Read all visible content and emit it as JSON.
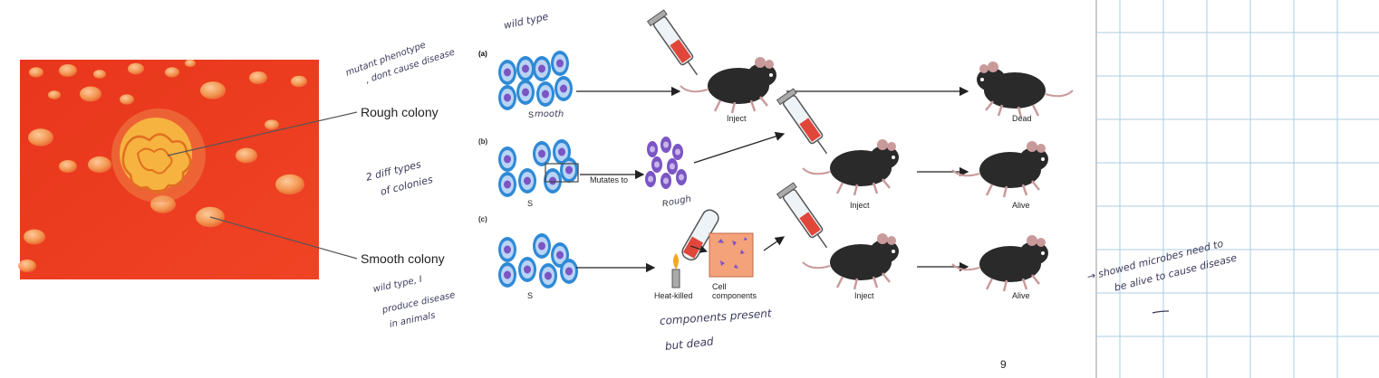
{
  "photo_labels": {
    "rough": "Rough colony",
    "smooth": "Smooth colony"
  },
  "rows": {
    "a": {
      "tag": "(a)",
      "strain_label": "S",
      "inject": "Inject",
      "outcome": "Dead"
    },
    "b": {
      "tag": "(b)",
      "strain_label": "S",
      "mutates": "Mutates to",
      "rough_label": "R",
      "inject": "Inject",
      "outcome": "Alive"
    },
    "c": {
      "tag": "(c)",
      "strain_label": "S",
      "heat_killed": "Heat-killed",
      "cell_components_1": "Cell",
      "cell_components_2": "components",
      "inject": "Inject",
      "outcome": "Alive"
    }
  },
  "handwritten": {
    "wild_type_top": "wild type",
    "mutant_1": "mutant phenotype",
    "mutant_2": ", dont cause disease",
    "smooth_word": "mooth",
    "two_types_1": "2 diff types",
    "two_types_2": "of colonies",
    "rough_word": "ough",
    "wild_type_2": "wild type, I",
    "produce_1": "produce disease",
    "produce_2": "in animals",
    "components_1": "components present",
    "components_2": "but dead",
    "showed_1": "→ showed microbes need to",
    "showed_2": "be alive to cause disease"
  },
  "page_number": "9",
  "colors": {
    "agar": "#e8361c",
    "cell_blue": "#2f8ad6",
    "cell_purple": "#7b55c4",
    "mouse": "#2a2a2a",
    "grid": "#a9cde6"
  }
}
